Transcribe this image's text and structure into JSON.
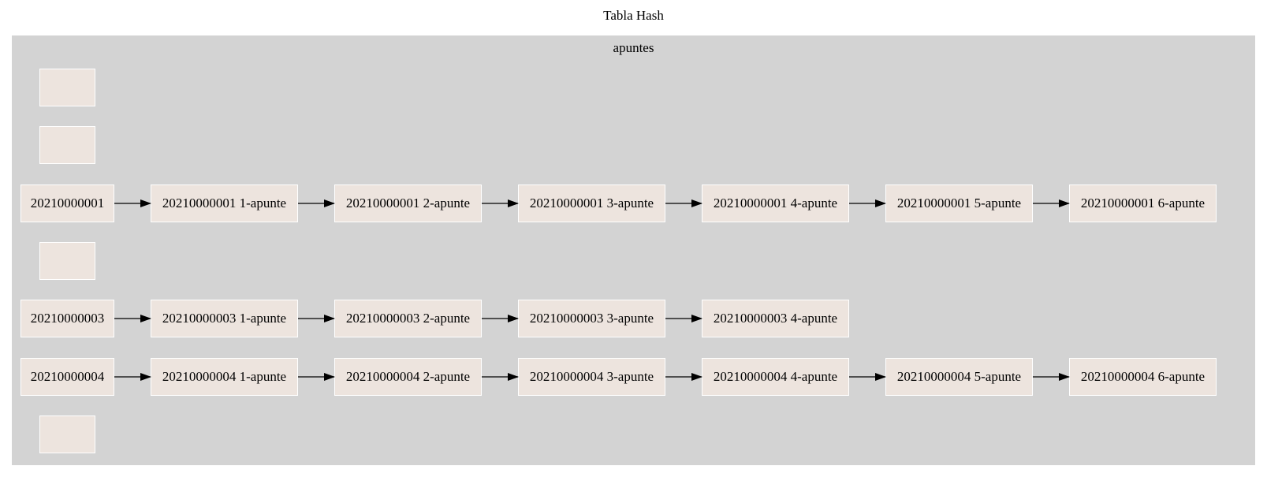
{
  "title": "Tabla Hash",
  "cluster": {
    "label": "apuntes"
  },
  "buckets": [
    {
      "key": "",
      "chain": []
    },
    {
      "key": "",
      "chain": []
    },
    {
      "key": "20210000001",
      "chain": [
        "20210000001 1-apunte",
        "20210000001 2-apunte",
        "20210000001 3-apunte",
        "20210000001 4-apunte",
        "20210000001 5-apunte",
        "20210000001 6-apunte"
      ]
    },
    {
      "key": "",
      "chain": []
    },
    {
      "key": "20210000003",
      "chain": [
        "20210000003 1-apunte",
        "20210000003 2-apunte",
        "20210000003 3-apunte",
        "20210000003 4-apunte"
      ]
    },
    {
      "key": "20210000004",
      "chain": [
        "20210000004 1-apunte",
        "20210000004 2-apunte",
        "20210000004 3-apunte",
        "20210000004 4-apunte",
        "20210000004 5-apunte",
        "20210000004 6-apunte"
      ]
    },
    {
      "key": "",
      "chain": []
    }
  ],
  "colors": {
    "cluster_fill": "#d3d3d3",
    "node_fill": "#ede4de",
    "node_border": "#ffffff",
    "edge": "#000000"
  }
}
